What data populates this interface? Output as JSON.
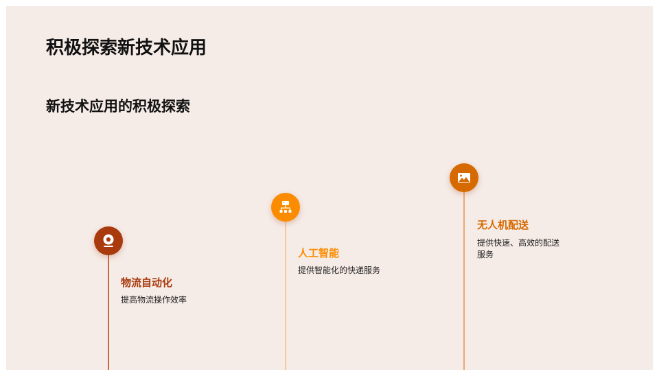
{
  "slide": {
    "title": "积极探索新技术应用",
    "subtitle": "新技术应用的积极探索",
    "background": "#f5ebe7"
  },
  "timeline": [
    {
      "title": "物流自动化",
      "description": "提高物流操作效率",
      "icon": "webcam-icon",
      "color": "#a83a0d",
      "line_color": "#c8693f"
    },
    {
      "title": "人工智能",
      "description": "提供智能化的快递服务",
      "icon": "sitemap-icon",
      "color": "#fb8c00",
      "line_color": "#f6c89a"
    },
    {
      "title": "无人机配送",
      "description": "提供快速、高效的配送服务",
      "icon": "image-icon",
      "color": "#d66a00",
      "line_color": "#e8a870"
    }
  ]
}
